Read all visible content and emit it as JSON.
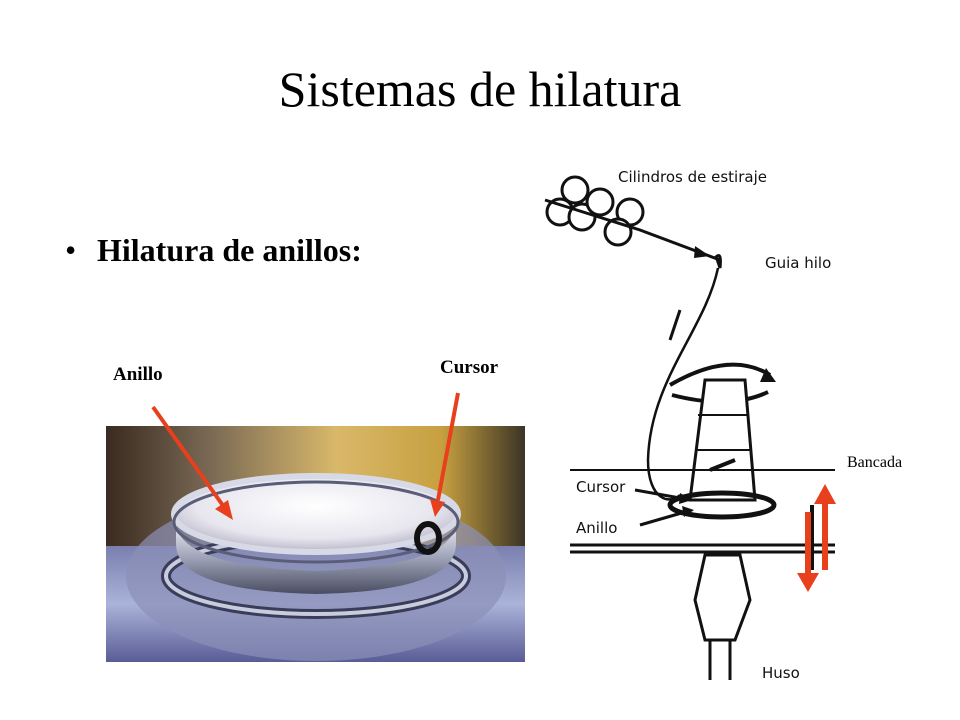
{
  "slide": {
    "title": "Sistemas de hilatura",
    "bullet": "Hilatura de anillos:"
  },
  "photo_labels": {
    "anillo": "Anillo",
    "cursor": "Cursor",
    "bancada": "Bancada"
  },
  "diagram_labels": {
    "cilindros": "Cilindros de estiraje",
    "guia_hilo": "Guia hilo",
    "cursor": "Cursor",
    "anillo": "Anillo",
    "huso": "Huso"
  },
  "colors": {
    "arrow": "#e8401c",
    "background": "#ffffff"
  }
}
